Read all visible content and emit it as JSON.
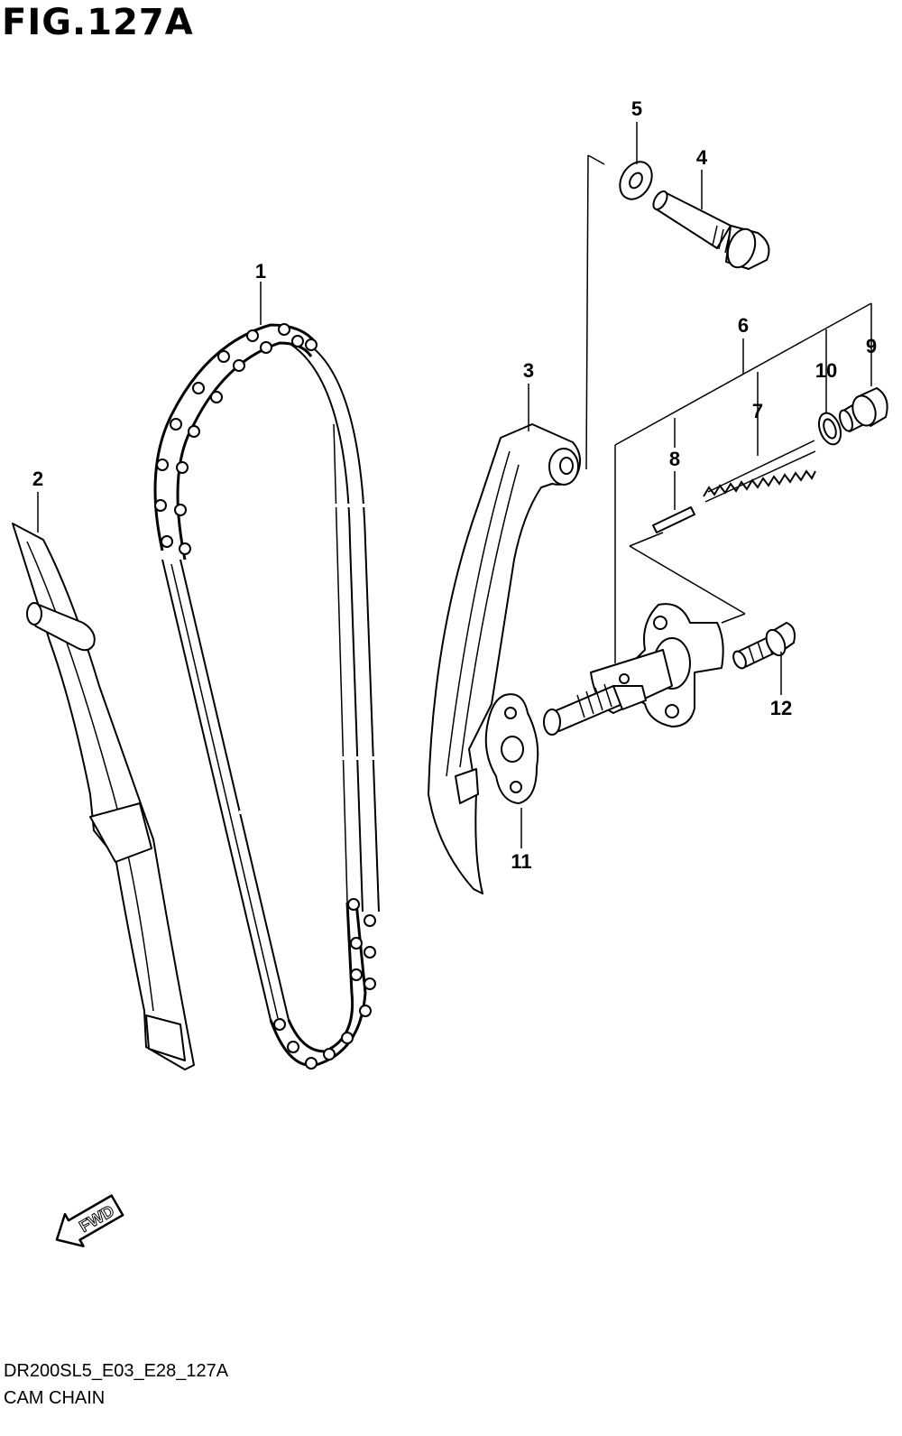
{
  "figure": {
    "title": "FIG.127A"
  },
  "callouts": [
    {
      "id": "1",
      "label": "1"
    },
    {
      "id": "2",
      "label": "2"
    },
    {
      "id": "3",
      "label": "3"
    },
    {
      "id": "4",
      "label": "4"
    },
    {
      "id": "5",
      "label": "5"
    },
    {
      "id": "6",
      "label": "6"
    },
    {
      "id": "7",
      "label": "7"
    },
    {
      "id": "8",
      "label": "8"
    },
    {
      "id": "9",
      "label": "9"
    },
    {
      "id": "10",
      "label": "10"
    },
    {
      "id": "11",
      "label": "11"
    },
    {
      "id": "12",
      "label": "12"
    }
  ],
  "fwd_arrow": {
    "label": "FWD"
  },
  "footer": {
    "code": "DR200SL5_E03_E28_127A",
    "name": "CAM CHAIN"
  }
}
